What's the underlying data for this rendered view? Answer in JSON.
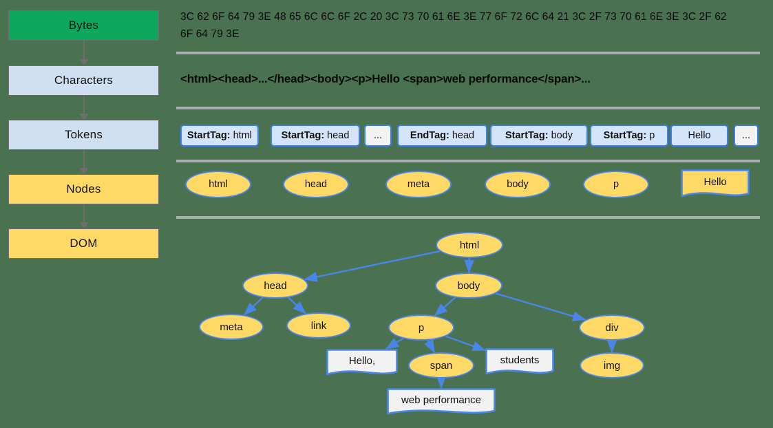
{
  "background_color": "#4a7150",
  "colors": {
    "green": "#0da75e",
    "light_blue": "#cfe0f0",
    "yellow": "#ffd966",
    "node_border_blue": "#4a86e8",
    "token_fill": "#d3e3fa",
    "text_node_fill": "#f2f2f2",
    "divider": "#a6b0ad",
    "flow_arrow": "#6e6e6e"
  },
  "pipeline": {
    "stages": [
      {
        "label": "Bytes",
        "style": "green"
      },
      {
        "label": "Characters",
        "style": "blue"
      },
      {
        "label": "Tokens",
        "style": "blue"
      },
      {
        "label": "Nodes",
        "style": "yellow"
      },
      {
        "label": "DOM",
        "style": "yellow"
      }
    ]
  },
  "bytes_row": {
    "text": "3C 62 6F 64 79 3E 48 65 6C 6C 6F 2C 20 3C 73 70 61 6E 3E 77 6F 72 6C 64 21 3C 2F 73 70 61 6E 3E 3C 2F 62 6F 64 79 3E"
  },
  "characters_row": {
    "text": "<html><head>...</head><body><p>Hello <span>web performance</span>..."
  },
  "tokens_row": {
    "tokens": [
      {
        "kind": "StartTag",
        "value": "html",
        "type": "tag"
      },
      {
        "kind": "StartTag",
        "value": "head",
        "type": "tag"
      },
      {
        "kind": "",
        "value": "...",
        "type": "ellipsis"
      },
      {
        "kind": "EndTag",
        "value": "head",
        "type": "tag"
      },
      {
        "kind": "StartTag",
        "value": "body",
        "type": "tag"
      },
      {
        "kind": "StartTag",
        "value": "p",
        "type": "tag"
      },
      {
        "kind": "",
        "value": "Hello",
        "type": "text"
      },
      {
        "kind": "",
        "value": "...",
        "type": "ellipsis"
      }
    ]
  },
  "nodes_row": {
    "nodes": [
      {
        "label": "html",
        "shape": "ellipse"
      },
      {
        "label": "head",
        "shape": "ellipse"
      },
      {
        "label": "meta",
        "shape": "ellipse"
      },
      {
        "label": "body",
        "shape": "ellipse"
      },
      {
        "label": "p",
        "shape": "ellipse"
      },
      {
        "label": "Hello",
        "shape": "document"
      }
    ]
  },
  "dom_tree": {
    "nodes": [
      {
        "id": "html",
        "label": "html",
        "shape": "ellipse"
      },
      {
        "id": "head",
        "label": "head",
        "shape": "ellipse"
      },
      {
        "id": "body",
        "label": "body",
        "shape": "ellipse"
      },
      {
        "id": "meta",
        "label": "meta",
        "shape": "ellipse"
      },
      {
        "id": "link",
        "label": "link",
        "shape": "ellipse"
      },
      {
        "id": "p",
        "label": "p",
        "shape": "ellipse"
      },
      {
        "id": "div",
        "label": "div",
        "shape": "ellipse"
      },
      {
        "id": "hello",
        "label": "Hello,",
        "shape": "document"
      },
      {
        "id": "span",
        "label": "span",
        "shape": "ellipse"
      },
      {
        "id": "stud",
        "label": "students",
        "shape": "document"
      },
      {
        "id": "img",
        "label": "img",
        "shape": "ellipse"
      },
      {
        "id": "webp",
        "label": "web performance",
        "shape": "document"
      }
    ],
    "edges": [
      {
        "from": "html",
        "to": "head"
      },
      {
        "from": "html",
        "to": "body"
      },
      {
        "from": "head",
        "to": "meta"
      },
      {
        "from": "head",
        "to": "link"
      },
      {
        "from": "body",
        "to": "p"
      },
      {
        "from": "body",
        "to": "div"
      },
      {
        "from": "p",
        "to": "hello"
      },
      {
        "from": "p",
        "to": "span"
      },
      {
        "from": "p",
        "to": "stud"
      },
      {
        "from": "div",
        "to": "img"
      },
      {
        "from": "span",
        "to": "webp"
      }
    ]
  }
}
